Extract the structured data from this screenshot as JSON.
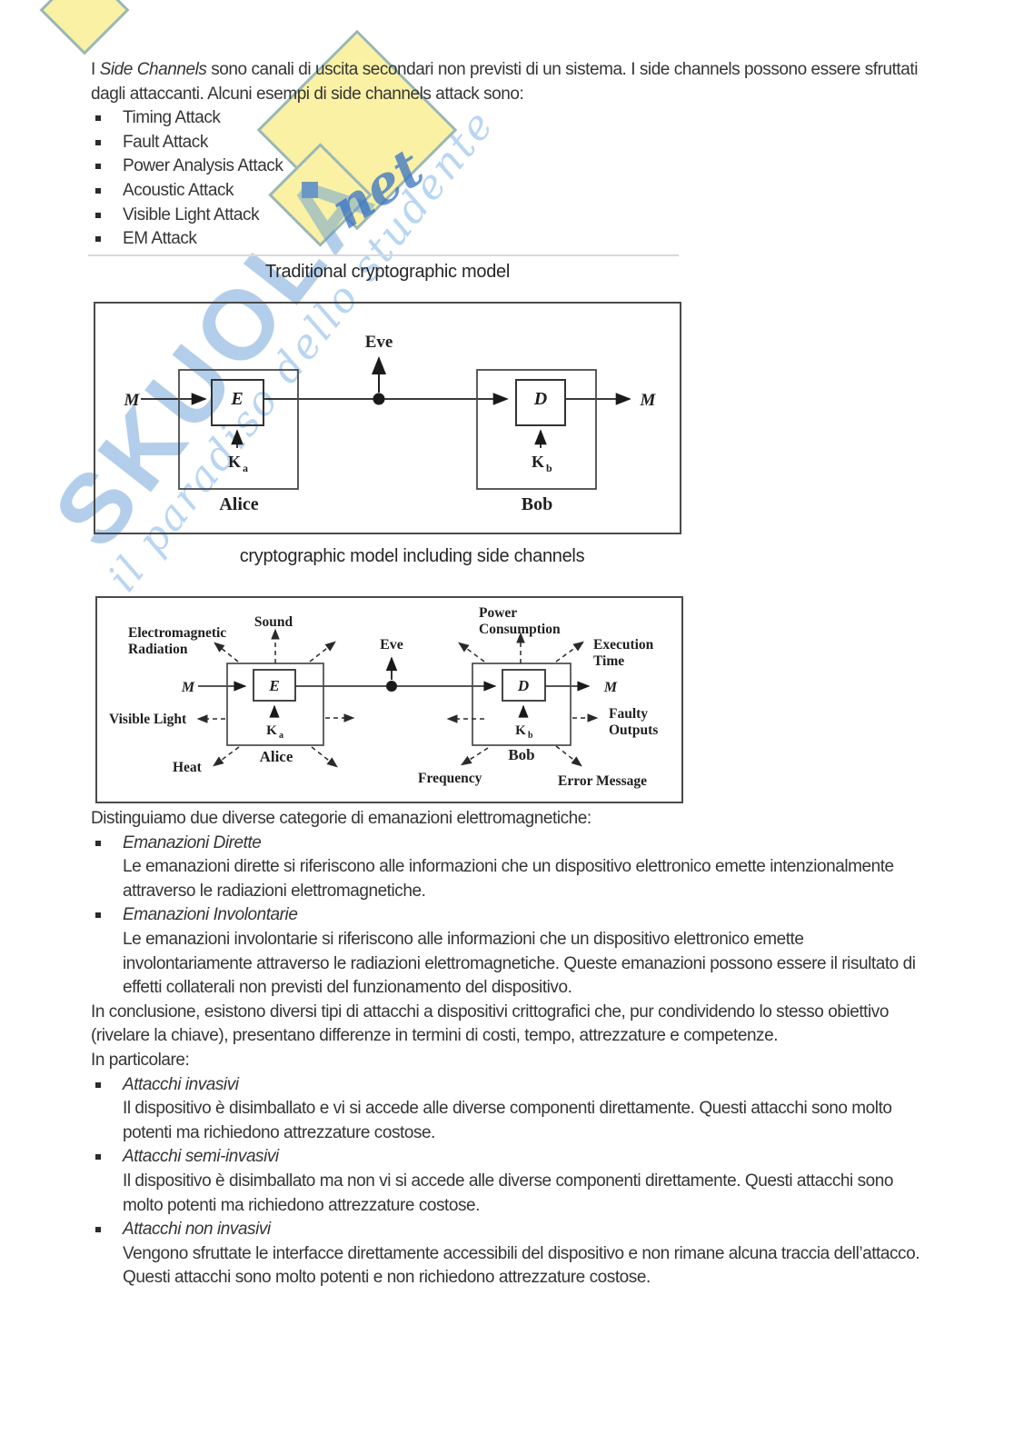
{
  "watermark": {
    "brand": "SKUOLA",
    "brand_suffix": "net",
    "tagline": "il paradiso dello studente",
    "blue": "#4a86c8",
    "yellow": "#faf1a4"
  },
  "intro": {
    "prefix": "I ",
    "italic": "Side Channels",
    "rest": " sono canali di uscita secondari non previsti di un sistema. I side channels possono essere sfruttati dagli attaccanti. Alcuni esempi di side channels attack sono:",
    "bullets": [
      "Timing Attack",
      "Fault Attack",
      "Power Analysis Attack",
      "Acoustic Attack",
      "Visible Light Attack",
      "EM Attack"
    ]
  },
  "diagram1": {
    "title": "Traditional cryptographic model",
    "labels": {
      "eve": "Eve",
      "m_in": "M",
      "m_out": "M",
      "e": "E",
      "d": "D",
      "k": "K",
      "ka_sub": "a",
      "kb_sub": "b",
      "alice": "Alice",
      "bob": "Bob"
    }
  },
  "diagram2": {
    "title": "cryptographic model including side channels",
    "labels": {
      "eve": "Eve",
      "m_in": "M",
      "m_out": "M",
      "e": "E",
      "d": "D",
      "k": "K",
      "ka_sub": "a",
      "kb_sub": "b",
      "alice": "Alice",
      "bob": "Bob"
    },
    "side_channels": {
      "electromagnetic_1": "Electromagnetic",
      "electromagnetic_2": "Radiation",
      "sound": "Sound",
      "power_1": "Power",
      "power_2": "Consumption",
      "execution_1": "Execution",
      "execution_2": "Time",
      "visible_light": "Visible Light",
      "faulty_1": "Faulty",
      "faulty_2": "Outputs",
      "heat": "Heat",
      "frequency": "Frequency",
      "error_message": "Error Message"
    }
  },
  "body": {
    "rows": [
      {
        "style": "plain",
        "text": "Distinguiamo due diverse categorie di emanazioni elettromagnetiche:"
      },
      {
        "style": "bullet",
        "text": "Emanazioni Dirette"
      },
      {
        "style": "indent",
        "text": "Le emanazioni dirette si riferiscono alle informazioni che un dispositivo elettronico emette intenzionalmente attraverso le radiazioni elettromagnetiche."
      },
      {
        "style": "bullet",
        "text": "Emanazioni Involontarie"
      },
      {
        "style": "indent",
        "text": "Le emanazioni involontarie si riferiscono alle informazioni che un dispositivo elettronico emette involontariamente attraverso le radiazioni elettromagnetiche. Queste emanazioni possono essere il risultato di effetti collaterali non previsti del funzionamento del dispositivo."
      },
      {
        "style": "plain",
        "text": "In conclusione, esistono diversi tipi di attacchi a dispositivi crittografici che, pur condividendo lo stesso obiettivo (rivelare la chiave), presentano differenze in termini di costi, tempo, attrezzature e competenze."
      },
      {
        "style": "plain",
        "text": "In particolare:"
      },
      {
        "style": "bullet",
        "text": "Attacchi invasivi"
      },
      {
        "style": "indent",
        "text": "Il dispositivo è disimballato e vi si accede alle diverse componenti direttamente. Questi attacchi sono molto potenti ma richiedono attrezzature costose."
      },
      {
        "style": "bullet",
        "text": "Attacchi semi-invasivi"
      },
      {
        "style": "indent",
        "text": "Il dispositivo è disimballato ma non vi si accede alle diverse componenti direttamente. Questi attacchi sono molto potenti ma richiedono attrezzature costose."
      },
      {
        "style": "bullet",
        "text": "Attacchi non invasivi"
      },
      {
        "style": "indent",
        "text": "Vengono sfruttate le interfacce direttamente accessibili del dispositivo e non rimane alcuna traccia dell’attacco. Questi attacchi sono molto potenti e non richiedono attrezzature costose."
      }
    ]
  }
}
